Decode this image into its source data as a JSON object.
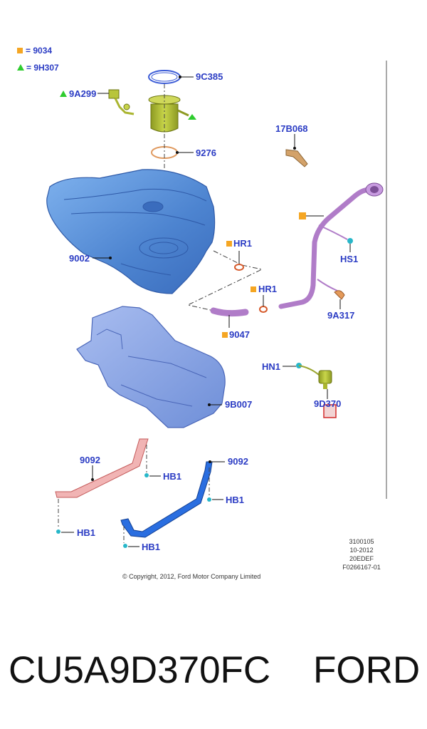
{
  "legend": [
    {
      "symbol": "square",
      "text": "= 9034"
    },
    {
      "symbol": "triangle",
      "text": "= 9H307"
    }
  ],
  "labels": {
    "9C385": "9C385",
    "9A299": "9A299",
    "9276": "9276",
    "17B068": "17B068",
    "9002": "9002",
    "HR1_a": "HR1",
    "HR1_b": "HR1",
    "HS1": "HS1",
    "9A317": "9A317",
    "9047": "9047",
    "HN1": "HN1",
    "9D370": "9D370",
    "9B007": "9B007",
    "9092_a": "9092",
    "9092_b": "9092",
    "HB1_a": "HB1",
    "HB1_b": "HB1",
    "HB1_c": "HB1",
    "HB1_d": "HB1"
  },
  "info": [
    "3100105",
    "10-2012",
    "20EDEF",
    "F0266167-01"
  ],
  "copyright": "© Copyright, 2012, Ford Motor Company Limited",
  "part_number": "CU5A9D370FC",
  "brand": "FORD",
  "colors": {
    "label_text": "#2b3cc4",
    "legend_square": "#f5a623",
    "legend_triangle": "#2ecc2e",
    "tank": "#5b8fd6",
    "shield": "#8aa6e0",
    "filler_pipe": "#b07cc8",
    "strap_red": "#d98080",
    "strap_blue": "#1e5fd0",
    "pump_green": "#a9b834",
    "clip_cyan": "#27b7c9",
    "highlight_box": "#d22b2b"
  }
}
